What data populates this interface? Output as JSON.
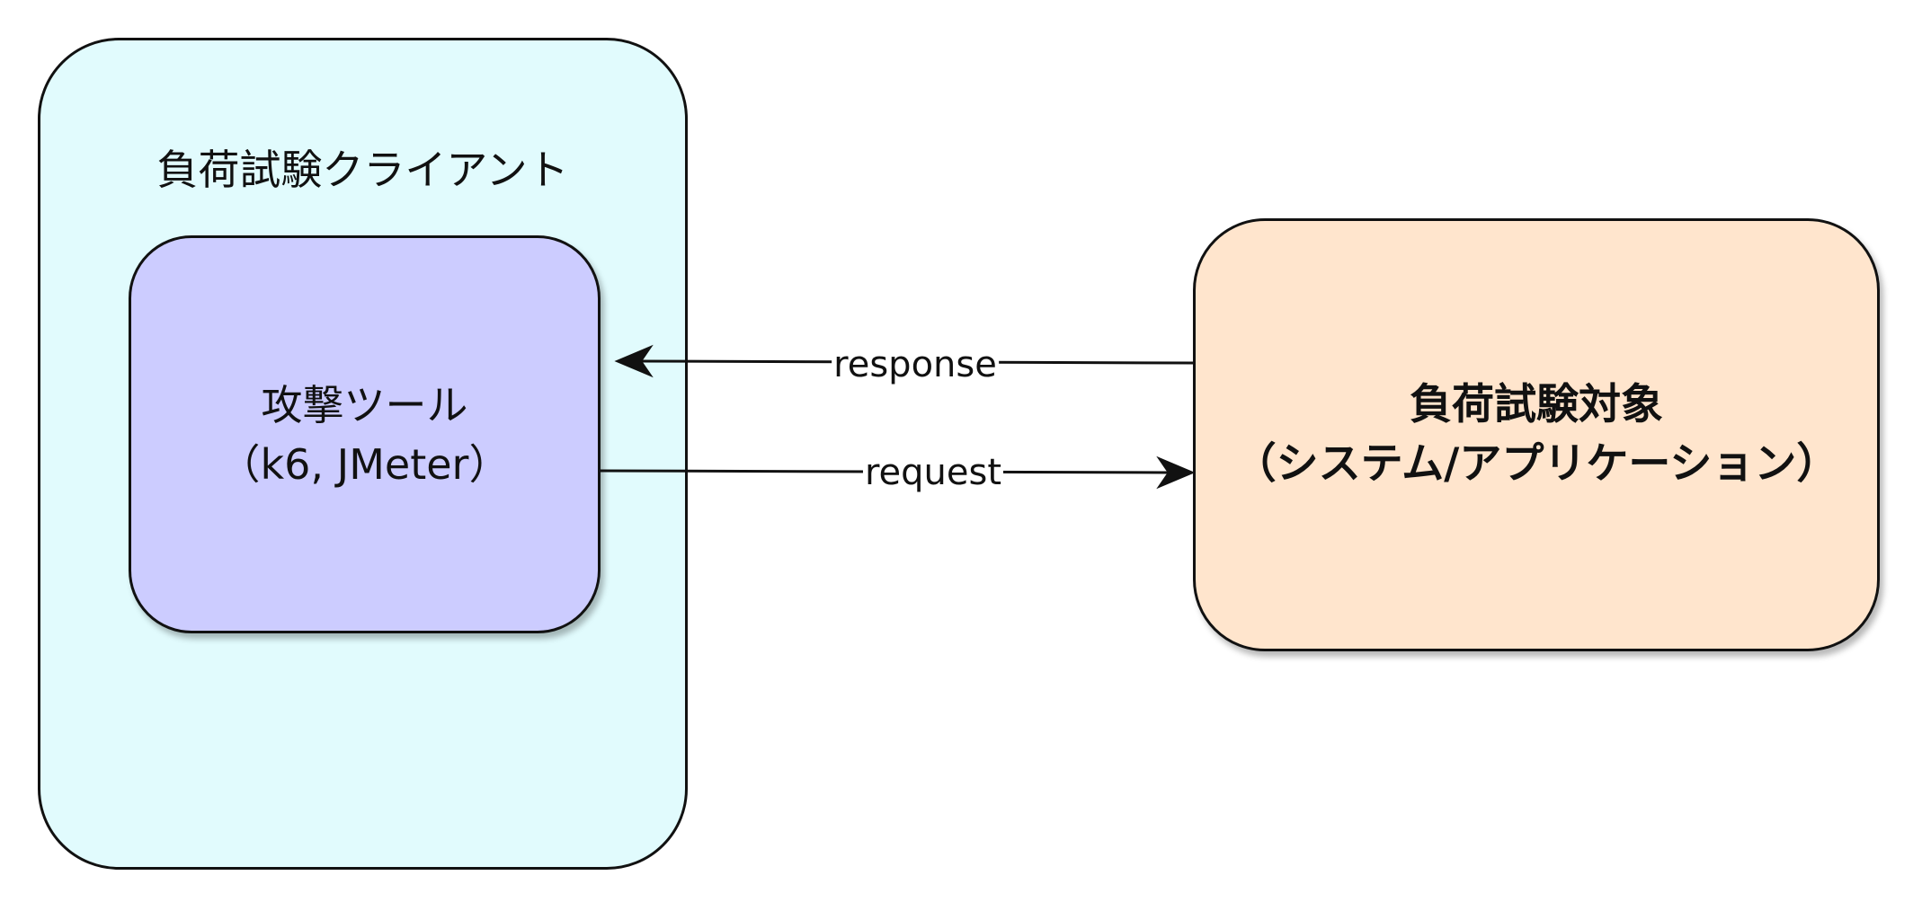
{
  "diagram": {
    "client": {
      "title": "負荷試験クライアント"
    },
    "tool": {
      "line1": "攻撃ツール",
      "line2": "（k6, JMeter）"
    },
    "target": {
      "line1": "負荷試験対象",
      "line2": "（システム/アプリケーション）"
    },
    "edges": {
      "response": "response",
      "request": "request"
    },
    "colors": {
      "client_fill": "#e1fbfd",
      "tool_fill": "#ccccff",
      "target_fill": "#ffe5cd",
      "stroke": "#111111"
    }
  }
}
